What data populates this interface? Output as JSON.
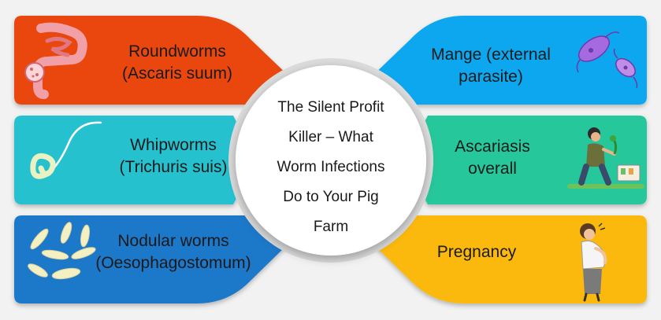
{
  "center": {
    "lines": [
      "The Silent Profit",
      "Killer – What",
      "Worm Infections",
      "Do to Your Pig",
      "Farm"
    ]
  },
  "left_cards": [
    {
      "line1": "Roundworms",
      "line2": "(Ascaris suum)",
      "color": "#e9470f",
      "icon": "intestine-icon"
    },
    {
      "line1": "Whipworms",
      "line2": "(Trichuris suis)",
      "color": "#25c1cf",
      "icon": "whipworm-icon"
    },
    {
      "line1": "Nodular worms",
      "line2": "(Oesophagostomum)",
      "color": "#1f78c8",
      "icon": "larvae-icon"
    }
  ],
  "right_cards": [
    {
      "line1": "Mange (external",
      "line2": "parasite)",
      "color": "#0aa7ef",
      "icon": "mite-icon"
    },
    {
      "line1": "Ascariasis",
      "line2": "overall",
      "color": "#27c79a",
      "icon": "farmer-icon"
    },
    {
      "line1": "Pregnancy",
      "line2": "",
      "color": "#fcb90b",
      "icon": "pregnant-woman-icon"
    }
  ]
}
